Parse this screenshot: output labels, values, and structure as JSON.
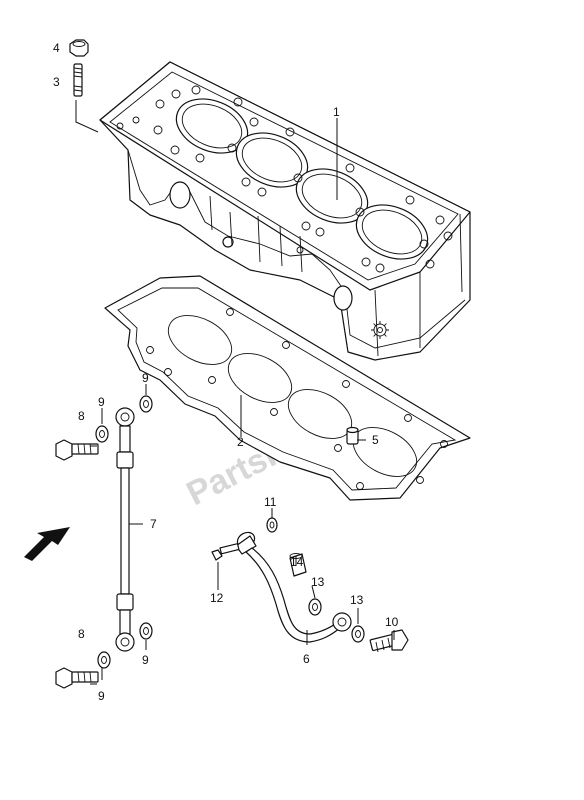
{
  "watermark": "PartsRepublik",
  "labels": {
    "p1": "1",
    "p2": "2",
    "p3": "3",
    "p4": "4",
    "p5": "5",
    "p6": "6",
    "p7": "7",
    "p8a": "8",
    "p8b": "8",
    "p9a": "9",
    "p9b": "9",
    "p9c": "9",
    "p9d": "9",
    "p10": "10",
    "p11": "11",
    "p12": "12",
    "p13a": "13",
    "p13b": "13",
    "p14": "14"
  },
  "icons": {
    "direction_arrow": "front-direction-arrow-icon",
    "gear": "gear-icon"
  }
}
